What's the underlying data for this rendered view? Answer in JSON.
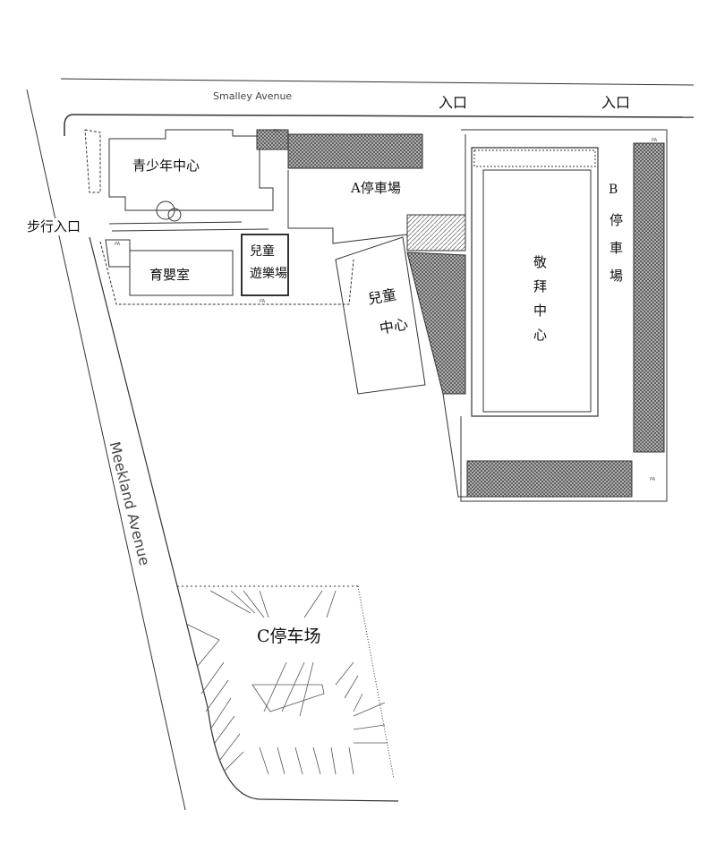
{
  "map": {
    "streets": {
      "north": "Smalley Avenue",
      "west": "Meekland Avenue"
    },
    "entrances": {
      "vehicle_1": "入口",
      "vehicle_2": "入口",
      "pedestrian": "步行入口"
    },
    "areas": {
      "youth_center": "青少年中心",
      "nursery": "育嬰室",
      "playground_line1": "兒童",
      "playground_line2": "遊樂場",
      "parking_a": "A停車場",
      "children_center_line1": "兒童",
      "children_center_line2": "中心",
      "worship_center": "敬拜中心",
      "parking_b_letter": "B",
      "parking_b": "停車場",
      "parking_c": "C停车场"
    },
    "small_labels": [
      "PA",
      "PA",
      "PA",
      "PA",
      "PA"
    ],
    "colors": {
      "line": "#333333",
      "hatch": "#555555",
      "background": "#ffffff"
    }
  }
}
